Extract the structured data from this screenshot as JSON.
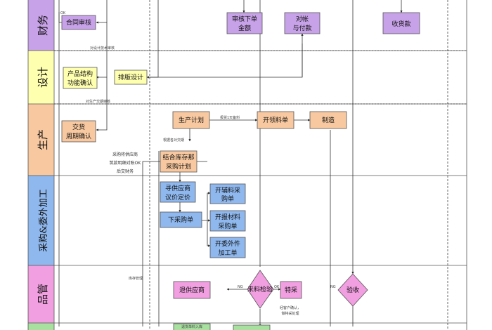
{
  "lanes": [
    {
      "label": "财务",
      "color": "#c8a2e8"
    },
    {
      "label": "设计",
      "color": "#ffffb0"
    },
    {
      "label": "生产",
      "color": "#f8c9a0"
    },
    {
      "label": "采购&委外加工",
      "color": "#8fb8ee"
    },
    {
      "label": "品管",
      "color": "#f19fe0"
    },
    {
      "label": "",
      "color": "#a8e0a0"
    }
  ],
  "boxes": {
    "contract_review": "合同审核",
    "review_order": [
      "审核下单",
      "金额"
    ],
    "reconcile_pay": [
      "对帐",
      "与付款"
    ],
    "collect_payment": "收货款",
    "product_structure": [
      "产品结构",
      "功能确认"
    ],
    "layout_design": "排版设计",
    "delivery_confirm": [
      "交货",
      "周期确认"
    ],
    "production_plan": "生产计划",
    "issue_material": "开领料单",
    "manufacture": "制造",
    "combined_purchase": [
      "结合库存那",
      "采购计划"
    ],
    "find_supplier": [
      "寻供应商",
      "议价定价"
    ],
    "place_po": "下采购单",
    "open_purchase": [
      "开辅料采",
      "购单"
    ],
    "open_material_po": [
      "开报材料",
      "采购单"
    ],
    "open_outsource": [
      "开委外件",
      "加工单"
    ],
    "return_supplier": "退供应商",
    "incoming_inspect": "来料检验",
    "special_accept": "特采",
    "inspect": "验收",
    "bottom_stub": "退货单料入库"
  },
  "notes": {
    "ok": "OK",
    "ng": "NG",
    "quote_feedback": "对设计技术审核",
    "production_confirm": "对生产交期审核",
    "schedule_note": "报货1天备料",
    "according_bom": "根据各对交期",
    "supplier_note": [
      "采购将供应商",
      "筑款明细对账OK",
      "后交财务"
    ],
    "stock_note": "库存管理",
    "special_note": [
      "经客户确认，",
      "做特采处理"
    ]
  }
}
